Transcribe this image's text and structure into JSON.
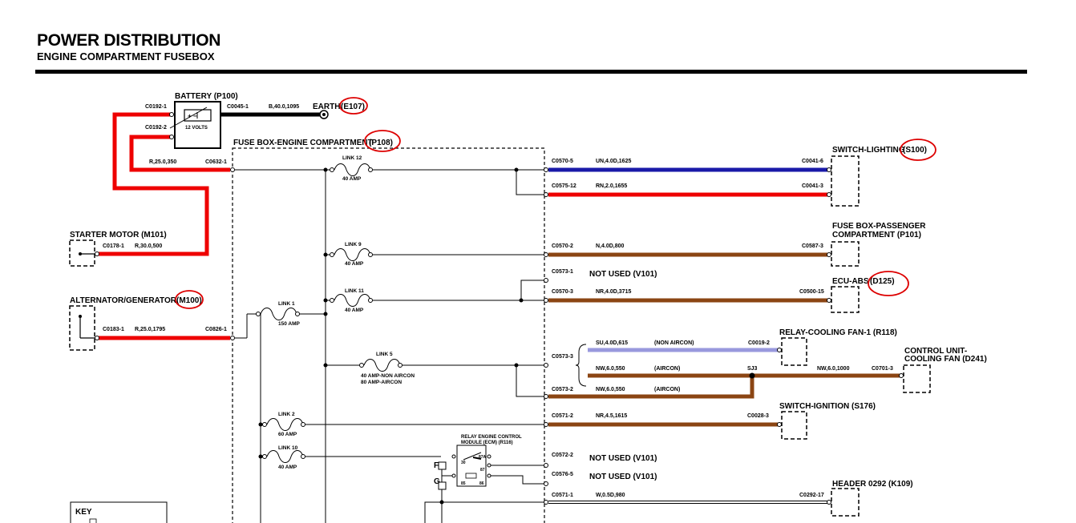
{
  "header": {
    "title": "POWER DISTRIBUTION",
    "subtitle": "ENGINE COMPARTMENT FUSEBOX"
  },
  "colors": {
    "red": "#ee0000",
    "blue": "#1a1aa8",
    "brown": "#8b4513",
    "lilac": "#9999dd",
    "black": "#000000",
    "annotation_circle": "#dd0000"
  },
  "components": {
    "battery": "BATTERY (P100)",
    "battery_label": "12 VOLTS",
    "earth": "EARTH",
    "earth_id": "(E107)",
    "fusebox": "FUSE BOX-ENGINE COMPARTMENT",
    "fusebox_id": "(P108)",
    "starter": "STARTER MOTOR (M101)",
    "alternator": "ALTERNATOR/GENERATOR",
    "alternator_id": "(M100)",
    "switch_lighting": "SWITCH-LIGHTING",
    "switch_lighting_id": "(S100)",
    "fusebox_passenger_1": "FUSE BOX-PASSENGER",
    "fusebox_passenger_2": "COMPARTMENT (P101)",
    "ecu_abs": "ECU-ABS",
    "ecu_abs_id": "(D125)",
    "relay_cooling": "RELAY-COOLING FAN-1 (R118)",
    "ctrl_unit_1": "CONTROL UNIT-",
    "ctrl_unit_2": "COOLING FAN (D241)",
    "switch_ignition": "SWITCH-IGNITION (S176)",
    "header_0292": "HEADER 0292 (K109)",
    "relay_ecm_1": "RELAY ENGINE CONTROL",
    "relay_ecm_2": "MODULE (ECM) (R116)",
    "relay_pin_30": "30",
    "relay_pin_87a": "87A",
    "relay_pin_87": "87",
    "relay_pin_85": "85",
    "relay_pin_86": "86",
    "not_used_1": "NOT USED (V101)",
    "not_used_2": "NOT USED (V101)",
    "not_used_3": "NOT USED (V101)",
    "splice": "SJ3",
    "marker_f": "F",
    "marker_g": "G",
    "key": "KEY"
  },
  "links": {
    "link12": "LINK 12",
    "link12_amp": "40 AMP",
    "link9": "LINK 9",
    "link9_amp": "40 AMP",
    "link11": "LINK 11",
    "link11_amp": "40 AMP",
    "link1": "LINK 1",
    "link1_amp": "150 AMP",
    "link5": "LINK 5",
    "link5_amp_a": "40 AMP-NON AIRCON",
    "link5_amp_b": "80 AMP-AIRCON",
    "link2": "LINK 2",
    "link2_amp": "60 AMP",
    "link10": "LINK 10",
    "link10_amp": "40 AMP"
  },
  "connectors": {
    "c0192_1": "C0192-1",
    "c0192_2": "C0192-2",
    "c0045_1": "C0045-1",
    "c0632_1": "C0632-1",
    "c0178_1": "C0178-1",
    "c0183_1": "C0183-1",
    "c0826_1": "C0826-1",
    "c0570_5": "C0570-5",
    "c0041_6": "C0041-6",
    "c0575_12": "C0575-12",
    "c0041_3": "C0041-3",
    "c0570_2": "C0570-2",
    "c0587_3": "C0587-3",
    "c0573_1": "C0573-1",
    "c0570_3": "C0570-3",
    "c0500_15": "C0500-15",
    "c0573_3": "C0573-3",
    "c0019_2": "C0019-2",
    "c0701_3": "C0701-3",
    "c0573_2": "C0573-2",
    "c0571_2": "C0571-2",
    "c0028_3": "C0028-3",
    "c0572_2": "C0572-2",
    "c0576_5": "C0576-5",
    "c0571_1": "C0571-1",
    "c0292_17": "C0292-17"
  },
  "wires": {
    "w_earth": "B,40.0,1095",
    "w_bat_fuse": "R,25.0,350",
    "w_starter": "R,30.0,500",
    "w_alt": "R,25.0,1795",
    "w_lighting_1": "UN,4.0D,1625",
    "w_lighting_2": "RN,2.0,1655",
    "w_passenger": "N,4.0D,800",
    "w_abs": "NR,4.0D,3715",
    "w_relay_cool": "SU,4.0D,615",
    "w_relay_cool_note": "(NON AIRCON)",
    "w_aircon_a": "NW,6.0,550",
    "w_aircon_a_note": "(AIRCON)",
    "w_ctrl_unit": "NW,6.0,1000",
    "w_aircon_b": "NW,6.0,550",
    "w_aircon_b_note": "(AIRCON)",
    "w_ignition": "NR,4.5,1615",
    "w_header": "W,0.5D,980"
  }
}
